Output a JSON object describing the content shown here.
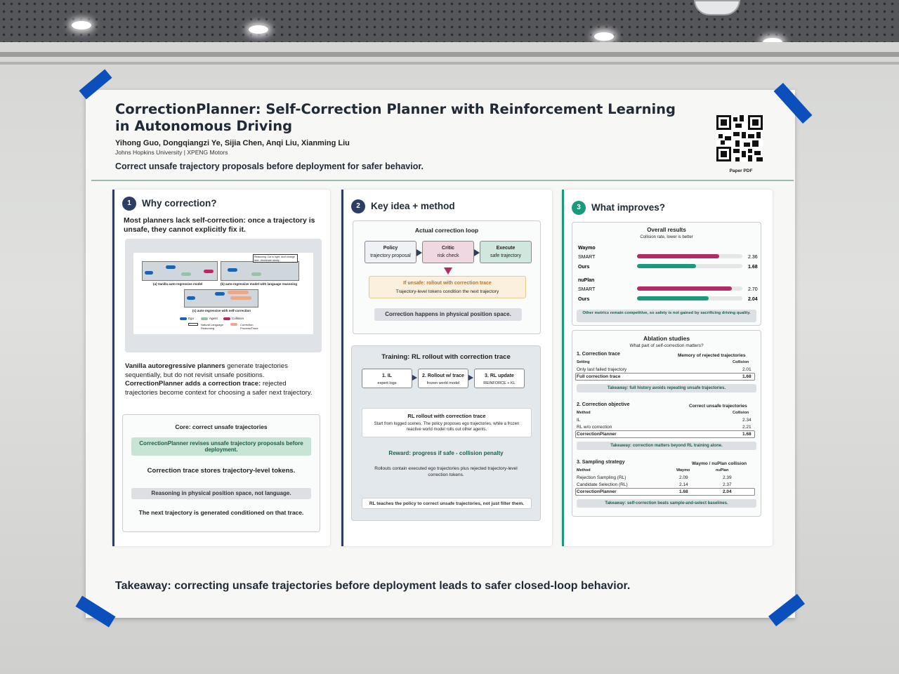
{
  "poster": {
    "title": "CorrectionPlanner: Self-Correction Planner with Reinforcement Learning in Autonomous Driving",
    "authors": "Yihong Guo, Dongqiangzi Ye, Sijia Chen, Anqi Liu, Xianming Liu",
    "affiliations": "Johns Hopkins University  |  XPENG Motors",
    "subtitle": "Correct unsafe trajectory proposals before deployment for safer behavior.",
    "qr_label": "Paper PDF",
    "footer": "Takeaway: correcting unsafe trajectories before deployment leads to safer closed-loop behavior."
  },
  "col1": {
    "number": "1",
    "title": "Why correction?",
    "lead": "Most planners lack self-correction: once a trajectory is unsafe, they cannot explicitly fix it.",
    "fig": {
      "reasoning": "Reasoning: Car to right, don't change lane, decelerate slowly...",
      "cap_a": "(a) Vanilla auto-regressive model",
      "cap_b": "(b) auto-regressive model with language reasoning",
      "cap_c": "(c) auto-regressive with self-correction",
      "legend_ego": "Ego",
      "legend_agent": "Agent",
      "legend_collision": "Collision",
      "legend_nl": "Natural Language Reasoning",
      "legend_cp": "Correction Process/Trace"
    },
    "para_bold1": "Vanilla autoregressive planners",
    "para1": " generate trajectories sequentially, but do not revisit unsafe positions.",
    "para_bold2": "CorrectionPlanner adds a correction trace:",
    "para2": " rejected trajectories become context for choosing a safer next trajectory.",
    "core_title": "Core: correct unsafe trajectories",
    "core_pill": "CorrectionPlanner revises unsafe trajectory proposals before deployment.",
    "core_line1": "Correction trace stores trajectory-level tokens.",
    "core_pill2": "Reasoning in physical position space, not language.",
    "core_line2": "The next trajectory is generated conditioned on that trace."
  },
  "col2": {
    "number": "2",
    "title": "Key idea + method",
    "loop_title": "Actual correction loop",
    "nodes": [
      {
        "name": "Policy",
        "sub": "trajectory proposal"
      },
      {
        "name": "Critic",
        "sub": "risk check"
      },
      {
        "name": "Execute",
        "sub": "safe trajectory"
      }
    ],
    "unsafe_title": "If unsafe: rollout with correction trace",
    "unsafe_sub": "Trajectory-level tokens condition the next trajectory",
    "loop_pill": "Correction happens in physical position space.",
    "train_title": "Training: RL rollout with correction trace",
    "steps": [
      {
        "name": "1. IL",
        "sub": "expert logs"
      },
      {
        "name": "2. Rollout w/ trace",
        "sub": "frozen world model"
      },
      {
        "name": "3. RL update",
        "sub": "REINFORCE + KL"
      }
    ],
    "rollout_title": "RL rollout with correction trace",
    "rollout_text": "Start from logged scenes. The policy proposes ego trajectories, while a frozen reactive world model rolls out other agents.",
    "reward": "Reward: progress if safe - collision penalty",
    "rollout_note": "Rollouts contain executed ego trajectories plus rejected trajectory-level correction tokens.",
    "final_pill": "RL teaches the policy to correct unsafe trajectories, not just filter them."
  },
  "col3": {
    "number": "3",
    "title": "What improves?",
    "overall_title": "Overall results",
    "overall_sub": "Collision rate, lower is better",
    "groups": [
      {
        "name": "Waymo",
        "rows": [
          {
            "method": "SMART",
            "value": "2.36",
            "frac": 0.78
          },
          {
            "method": "Ours",
            "value": "1.68",
            "frac": 0.56
          }
        ]
      },
      {
        "name": "nuPlan",
        "rows": [
          {
            "method": "SMART",
            "value": "2.70",
            "frac": 0.9
          },
          {
            "method": "Ours",
            "value": "2.04",
            "frac": 0.68
          }
        ]
      }
    ],
    "overall_note": "Other metrics remain competitive, so safety is not gained by sacrificing driving quality.",
    "ablation_title": "Ablation studies",
    "ablation_sub": "What part of self-correction matters?",
    "a1": {
      "title": "1. Correction trace",
      "right": "Memory of rejected trajectories",
      "h1": "Setting",
      "h2": "Collision",
      "rows": [
        [
          "Only last failed trajectory",
          "2.01"
        ],
        [
          "Full correction trace",
          "1.68"
        ]
      ],
      "takeaway": "Takeaway: full history avoids repeating unsafe trajectories."
    },
    "a2": {
      "title": "2. Correction objective",
      "right": "Correct unsafe trajectories",
      "h1": "Method",
      "h2": "Collision",
      "rows": [
        [
          "IL",
          "2.34"
        ],
        [
          "RL w/o correction",
          "2.21"
        ],
        [
          "CorrectionPlanner",
          "1.68"
        ]
      ],
      "takeaway": "Takeaway: correction matters beyond RL training alone."
    },
    "a3": {
      "title": "3. Sampling strategy",
      "right": "Waymo / nuPlan collision",
      "h1": "Method",
      "h2": "Waymo",
      "h3": "nuPlan",
      "rows": [
        [
          "Rejection Sampling (RL)",
          "2.09",
          "2.39"
        ],
        [
          "Candidate Selection (RL)",
          "2.14",
          "2.37"
        ],
        [
          "CorrectionPlanner",
          "1.68",
          "2.04"
        ]
      ],
      "takeaway": "Takeaway: self-correction beats sample-and-select baselines."
    }
  },
  "colors": {
    "navy": "#2c3e66",
    "teal": "#1a9a7a",
    "magenta": "#b52a63",
    "pill_green": "#c7e4d4",
    "pill_gray": "#dcdfe3"
  }
}
